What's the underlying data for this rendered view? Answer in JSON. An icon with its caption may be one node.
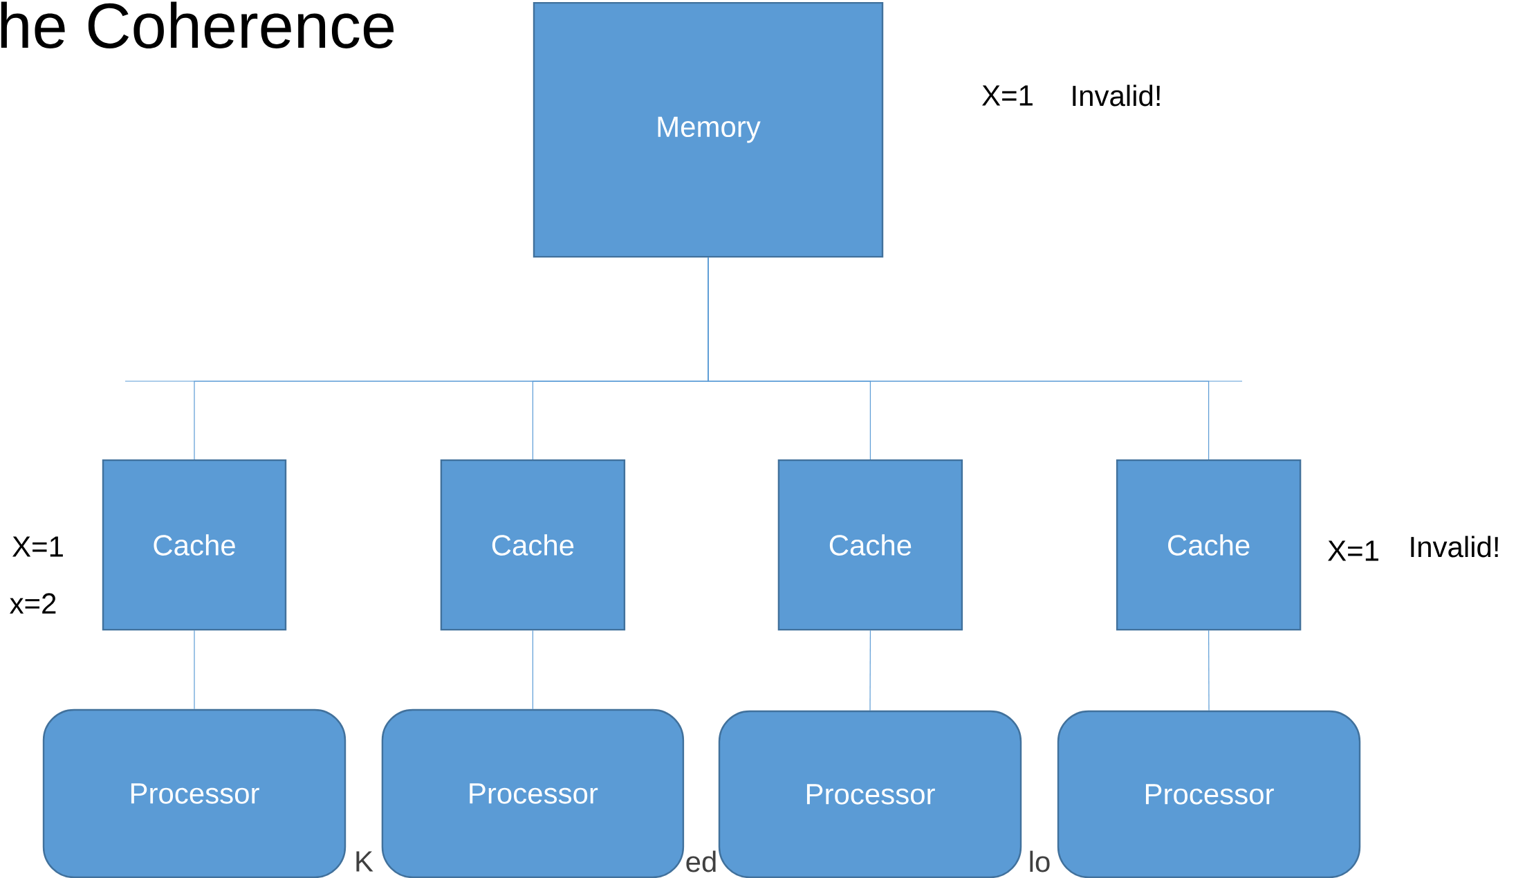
{
  "diagram": {
    "title": "he Coherence",
    "nodes": [
      {
        "text": [
          "Memory"
        ]
      },
      {
        "text": [
          "Cache"
        ]
      },
      {
        "text": [
          "Cache"
        ]
      },
      {
        "text": [
          "Cache"
        ]
      },
      {
        "text": [
          "Cache"
        ]
      },
      {
        "text": [
          "Processor"
        ]
      },
      {
        "text": [
          "Processor"
        ]
      },
      {
        "text": [
          "Processor"
        ]
      },
      {
        "text": [
          "Processor"
        ]
      }
    ],
    "edges": [
      {
        "from": 0,
        "to": 1,
        "arrow": "none"
      },
      {
        "from": 0,
        "to": 2,
        "arrow": "none"
      },
      {
        "from": 0,
        "to": 3,
        "arrow": "none"
      },
      {
        "from": 0,
        "to": 4,
        "arrow": "none"
      },
      {
        "from": 1,
        "to": 5,
        "arrow": "none"
      },
      {
        "from": 2,
        "to": 6,
        "arrow": "none"
      },
      {
        "from": 3,
        "to": 7,
        "arrow": "none"
      },
      {
        "from": 4,
        "to": 8,
        "arrow": "none"
      }
    ],
    "labels": [
      "X=1",
      "Invalid!",
      "X=1",
      "X=1",
      "Invalid!",
      "x=2",
      "K",
      "ed",
      "lo"
    ]
  }
}
